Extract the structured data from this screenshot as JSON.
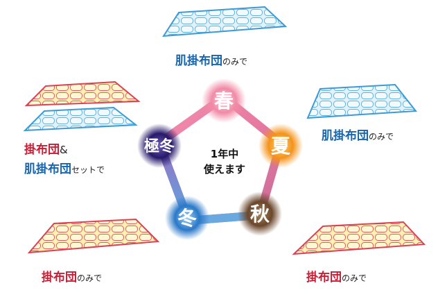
{
  "center": {
    "line1": "1年中",
    "line2": "使えます"
  },
  "seasons": {
    "spring": {
      "label": "春",
      "color": "#f08aa6"
    },
    "summer": {
      "label": "夏",
      "color": "#f59a1e"
    },
    "autumn": {
      "label": "秋",
      "color": "#6e4a2e"
    },
    "winter": {
      "label": "冬",
      "color": "#2a78c8"
    },
    "deep_winter": {
      "label": "極冬",
      "color": "#2c1f6e"
    }
  },
  "captions": {
    "top": {
      "main": "肌掛布団",
      "tail": "のみで"
    },
    "right_upper": {
      "main": "肌掛布団",
      "tail": "のみで"
    },
    "left_upper": {
      "main1": "掛布団",
      "amp": "&",
      "main2": "肌掛布団",
      "tail": "セットで"
    },
    "left_lower": {
      "main": "掛布団",
      "tail": "のみで"
    },
    "right_lower": {
      "main": "掛布団",
      "tail": "のみで"
    }
  },
  "colors": {
    "blue_text": "#1565b0",
    "red_text": "#c81d34",
    "light_quilt": "#dff1fb",
    "light_quilt_line": "#5fb2e0",
    "warm_quilt": "#fff3b8",
    "warm_quilt_line": "#e35a6a"
  }
}
